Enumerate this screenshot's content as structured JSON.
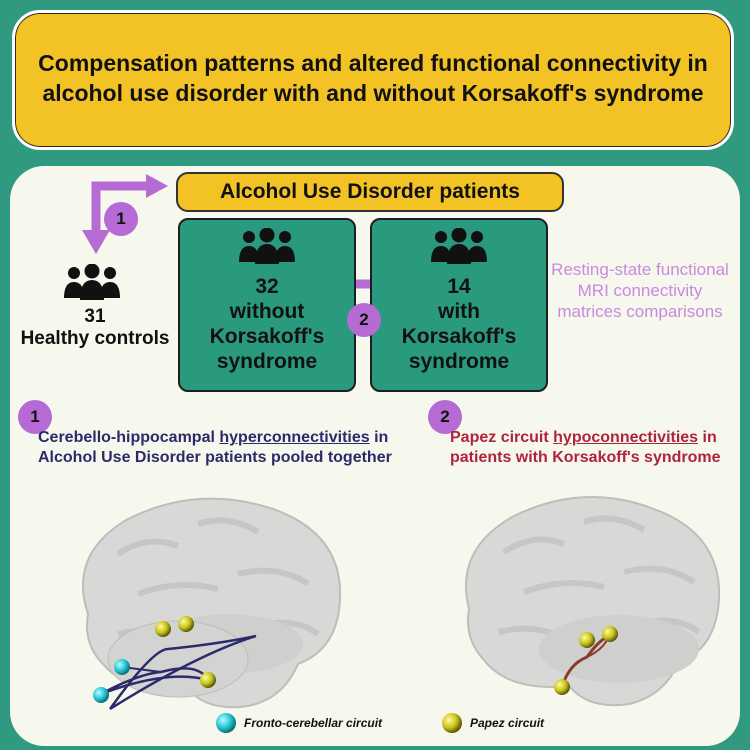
{
  "title": "Compensation patterns and altered functional connectivity in alcohol use disorder with and without Korsakoff's syndrome",
  "aud_label": "Alcohol Use Disorder patients",
  "healthy": {
    "count": "31",
    "label": "Healthy controls"
  },
  "group_without": {
    "count": "32",
    "label": "without Korsakoff's syndrome"
  },
  "group_with": {
    "count": "14",
    "label": "with Korsakoff's syndrome"
  },
  "method": "Resting-state functional MRI connectivity matrices comparisons",
  "badges": {
    "one": "1",
    "two": "2"
  },
  "finding1": {
    "prefix": "Cerebello-hippocampal ",
    "emph": "hyperconnectivities",
    "rest": " in Alcohol Use Disorder patients pooled together",
    "color": "#2c2a6b"
  },
  "finding2": {
    "prefix": "Papez circuit ",
    "emph": "hypoconnectivities",
    "rest": " in patients with Korsakoff's syndrome",
    "color": "#b0243a"
  },
  "legend": {
    "fronto": "Fronto-cerebellar circuit",
    "papez": "Papez circuit"
  },
  "colors": {
    "background": "#2f9a7f",
    "yellow": "#f3c325",
    "group_fill": "#2a9a7e",
    "badge": "#b56bd3",
    "arrow": "#b56bd3",
    "cyan_node": "#20c7d4",
    "olive_node": "#c8c21a"
  },
  "icons": {
    "people": "people-group-icon"
  }
}
